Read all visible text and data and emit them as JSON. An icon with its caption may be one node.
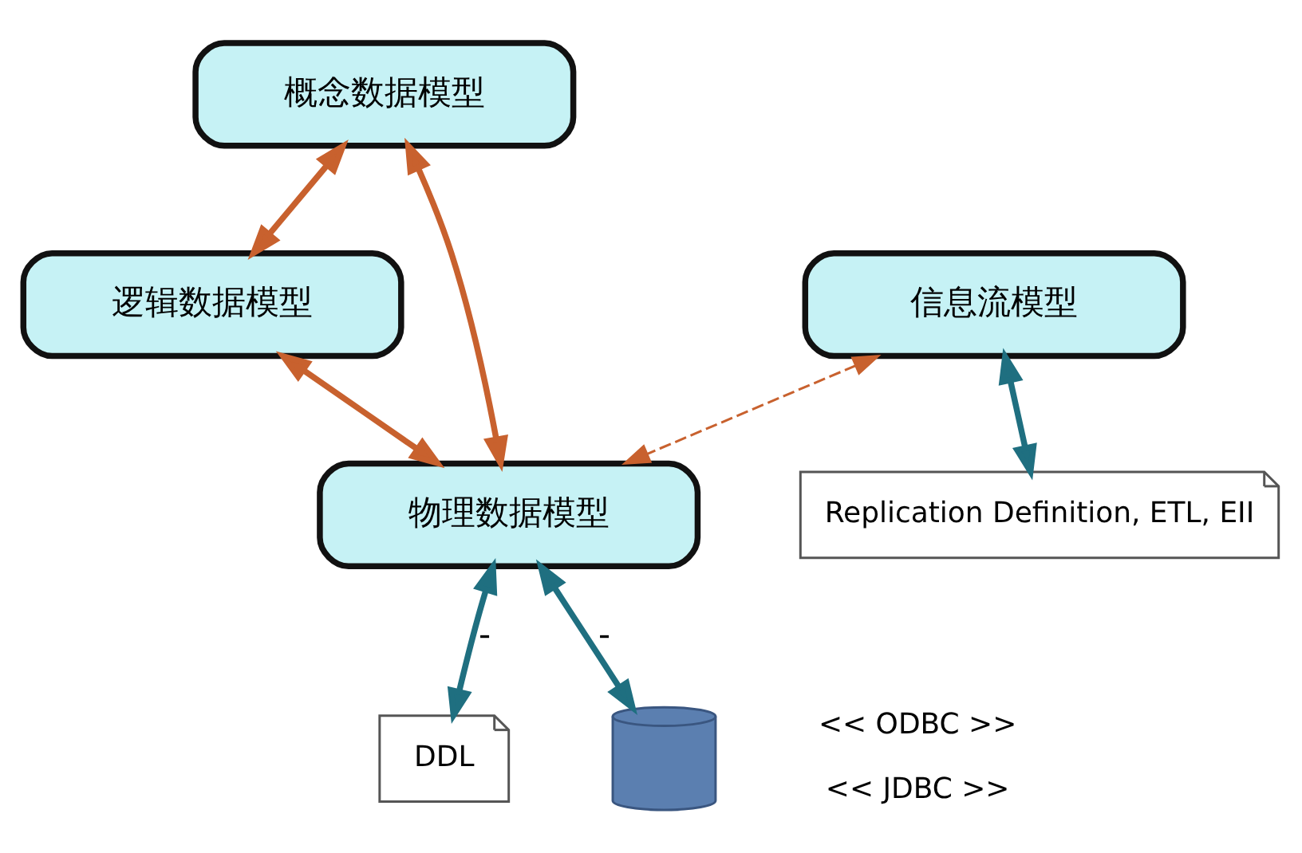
{
  "diagram": {
    "nodes": [
      {
        "text": [
          "概念数据模型"
        ]
      },
      {
        "text": [
          "逻辑数据模型"
        ]
      },
      {
        "text": [
          "信息流模型"
        ]
      },
      {
        "text": [
          "物理数据模型"
        ]
      },
      {
        "text": [
          "Replication Definition, ETL, EII"
        ]
      },
      {
        "text": [
          "DDL"
        ]
      },
      {
        "text": [],
        "shape": "cylinder",
        "beside": [
          "<< ODBC >>",
          "<< JDBC >>"
        ]
      }
    ],
    "edges": [
      {
        "from": 0,
        "to": 1,
        "arrow": "both"
      },
      {
        "from": 0,
        "to": 3,
        "arrow": "both"
      },
      {
        "from": 1,
        "to": 3,
        "arrow": "both"
      },
      {
        "from": 2,
        "to": 3,
        "arrow": "both",
        "style": "dashed"
      },
      {
        "from": 2,
        "to": 4,
        "arrow": "both",
        "color": "#1f6f80"
      },
      {
        "from": 3,
        "to": 5,
        "arrow": "both",
        "label": "-",
        "color": "#1f6f80"
      },
      {
        "from": 3,
        "to": 6,
        "arrow": "both",
        "label": "-",
        "color": "#1f6f80"
      }
    ]
  }
}
